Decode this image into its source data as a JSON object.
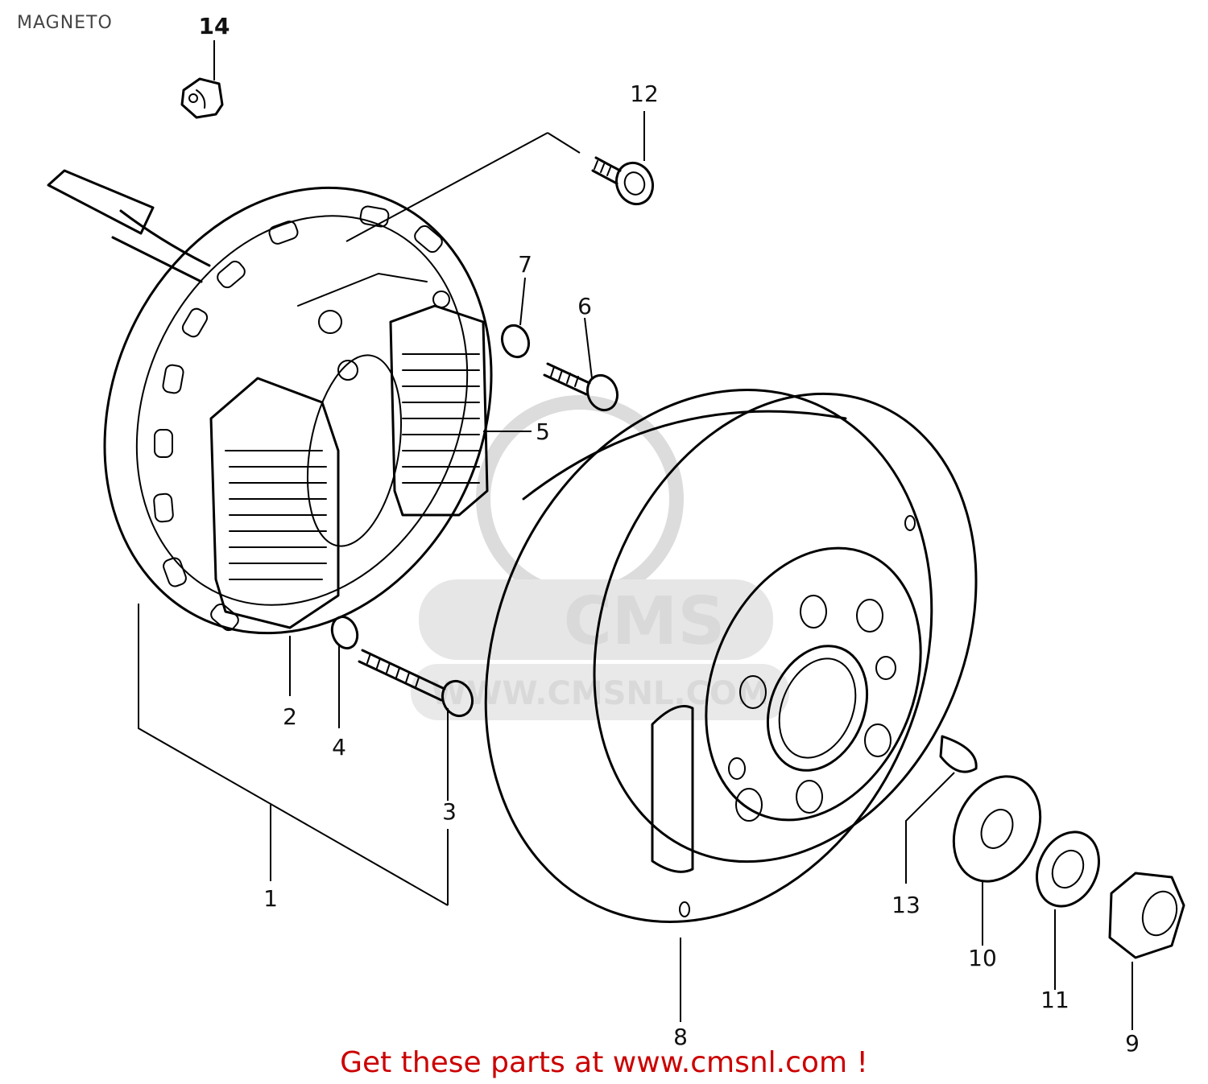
{
  "title": "MAGNETO",
  "watermark": {
    "brand": "CMS",
    "url": "WWW.CMSNL.COM"
  },
  "footer": {
    "text": "Get these parts at www.cmsnl.com !",
    "color": "#cc0000"
  },
  "callouts": [
    {
      "number": "1",
      "part": "stator-plate-assembly"
    },
    {
      "number": "2",
      "part": "stator-coil-left"
    },
    {
      "number": "3",
      "part": "long-screw"
    },
    {
      "number": "4",
      "part": "lock-washer-lower"
    },
    {
      "number": "5",
      "part": "stator-coil-right"
    },
    {
      "number": "6",
      "part": "screw-short"
    },
    {
      "number": "7",
      "part": "lock-washer-upper"
    },
    {
      "number": "8",
      "part": "rotor-flywheel"
    },
    {
      "number": "9",
      "part": "nut"
    },
    {
      "number": "10",
      "part": "washer"
    },
    {
      "number": "11",
      "part": "spring-lock-washer"
    },
    {
      "number": "12",
      "part": "bolt"
    },
    {
      "number": "13",
      "part": "woodruff-key"
    },
    {
      "number": "14",
      "part": "wire-clamp"
    }
  ]
}
